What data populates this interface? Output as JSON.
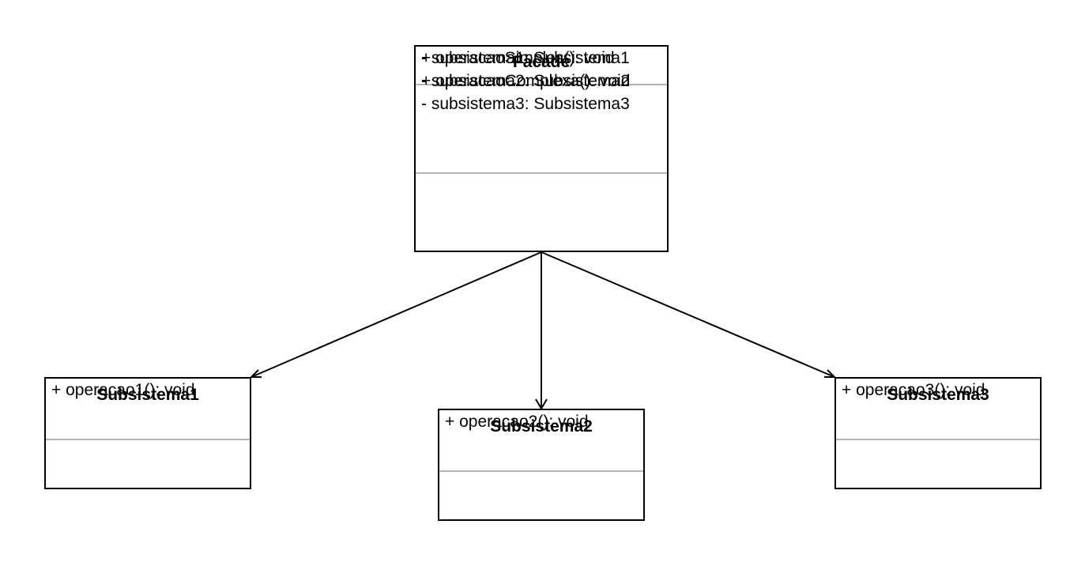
{
  "facade": {
    "name": "Facade",
    "attributes": [
      "- subsistema1: Subsistema1",
      "- subsistema2: Subsistema2",
      "- subsistema3: Subsistema3"
    ],
    "operations": [
      "+ operacaoSimples(): void",
      "+ operacaoComplexa(): void"
    ]
  },
  "subsistema1": {
    "name": "Subsistema1",
    "operations": [
      "+ operacao1(): void"
    ]
  },
  "subsistema2": {
    "name": "Subsistema2",
    "operations": [
      "+ operacao2(): void"
    ]
  },
  "subsistema3": {
    "name": "Subsistema3",
    "operations": [
      "+ operacao3(): void"
    ]
  },
  "colors": {
    "border": "#000000",
    "divider": "#b3b3b3",
    "background": "#ffffff"
  }
}
